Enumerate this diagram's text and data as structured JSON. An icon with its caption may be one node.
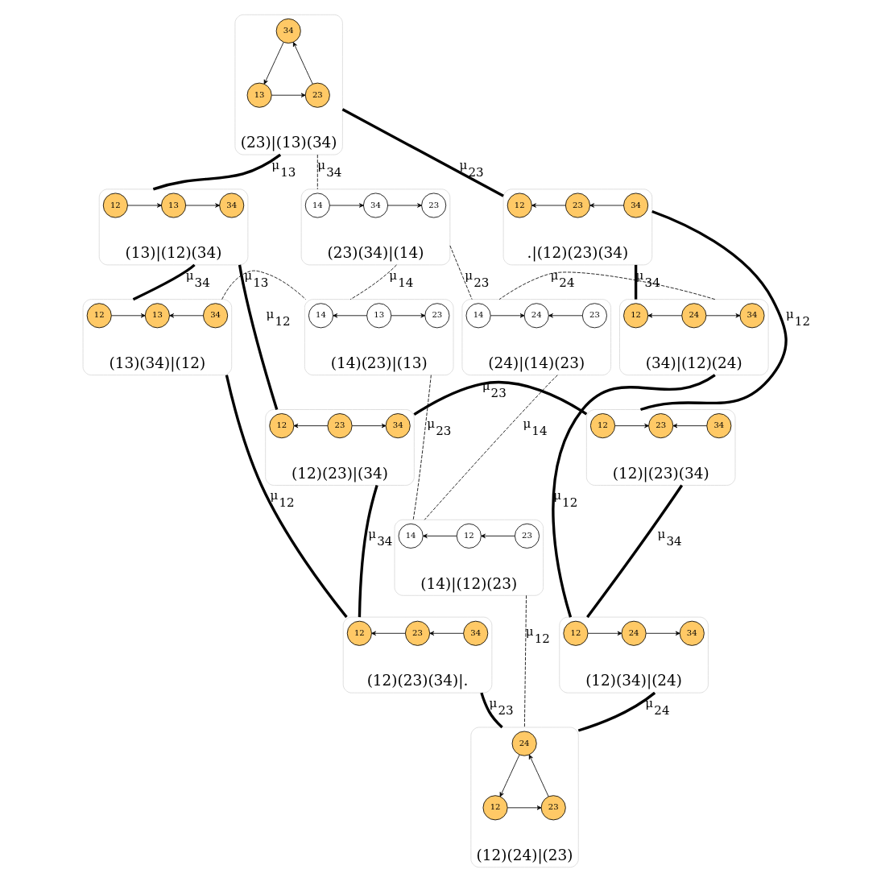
{
  "diagram": {
    "nodes": [
      {
        "text": [
          "(23)|(13)(34)"
        ]
      },
      {
        "text": [
          "34"
        ],
        "in": 0
      },
      {
        "text": [
          "13"
        ],
        "in": 0
      },
      {
        "text": [
          "23"
        ],
        "in": 0
      },
      {
        "text": [
          "(23)(34)|(14)"
        ]
      },
      {
        "text": [
          "14"
        ],
        "in": 4
      },
      {
        "text": [
          "34"
        ],
        "in": 4
      },
      {
        "text": [
          "23"
        ],
        "in": 4
      },
      {
        "text": [
          "(13)|(12)(34)"
        ]
      },
      {
        "text": [
          "12"
        ],
        "in": 8
      },
      {
        "text": [
          "13"
        ],
        "in": 8
      },
      {
        "text": [
          "34"
        ],
        "in": 8
      },
      {
        "text": [
          ".|(12)(23)(34)"
        ]
      },
      {
        "text": [
          "12"
        ],
        "in": 12
      },
      {
        "text": [
          "23"
        ],
        "in": 12
      },
      {
        "text": [
          "34"
        ],
        "in": 12
      },
      {
        "text": [
          "(13)(34)|(12)"
        ]
      },
      {
        "text": [
          "12"
        ],
        "in": 16
      },
      {
        "text": [
          "13"
        ],
        "in": 16
      },
      {
        "text": [
          "34"
        ],
        "in": 16
      },
      {
        "text": [
          "(14)(23)|(13)"
        ]
      },
      {
        "text": [
          "14"
        ],
        "in": 20
      },
      {
        "text": [
          "13"
        ],
        "in": 20
      },
      {
        "text": [
          "23"
        ],
        "in": 20
      },
      {
        "text": [
          "(24)|(14)(23)"
        ]
      },
      {
        "text": [
          "14"
        ],
        "in": 24
      },
      {
        "text": [
          "24"
        ],
        "in": 24
      },
      {
        "text": [
          "23"
        ],
        "in": 24
      },
      {
        "text": [
          "(34)|(12)(24)"
        ]
      },
      {
        "text": [
          "12"
        ],
        "in": 28
      },
      {
        "text": [
          "24"
        ],
        "in": 28
      },
      {
        "text": [
          "34"
        ],
        "in": 28
      },
      {
        "text": [
          "(12)(23)|(34)"
        ]
      },
      {
        "text": [
          "12"
        ],
        "in": 32
      },
      {
        "text": [
          "23"
        ],
        "in": 32
      },
      {
        "text": [
          "34"
        ],
        "in": 32
      },
      {
        "text": [
          "(12)|(23)(34)"
        ]
      },
      {
        "text": [
          "12"
        ],
        "in": 36
      },
      {
        "text": [
          "23"
        ],
        "in": 36
      },
      {
        "text": [
          "34"
        ],
        "in": 36
      },
      {
        "text": [
          "(14)|(12)(23)"
        ]
      },
      {
        "text": [
          "14"
        ],
        "in": 40
      },
      {
        "text": [
          "12"
        ],
        "in": 40
      },
      {
        "text": [
          "23"
        ],
        "in": 40
      },
      {
        "text": [
          "(12)(23)(34)|."
        ]
      },
      {
        "text": [
          "12"
        ],
        "in": 44
      },
      {
        "text": [
          "23"
        ],
        "in": 44
      },
      {
        "text": [
          "34"
        ],
        "in": 44
      },
      {
        "text": [
          "(12)(34)|(24)"
        ]
      },
      {
        "text": [
          "12"
        ],
        "in": 48
      },
      {
        "text": [
          "24"
        ],
        "in": 48
      },
      {
        "text": [
          "34"
        ],
        "in": 48
      },
      {
        "text": [
          "(12)(24)|(23)"
        ]
      },
      {
        "text": [
          "24"
        ],
        "in": 52
      },
      {
        "text": [
          "12"
        ],
        "in": 52
      },
      {
        "text": [
          "23"
        ],
        "in": 52
      }
    ],
    "edges": [
      {
        "from": 1,
        "to": 2,
        "arrow": "to"
      },
      {
        "from": 2,
        "to": 3,
        "arrow": "to"
      },
      {
        "from": 3,
        "to": 1,
        "arrow": "to"
      },
      {
        "from": 5,
        "to": 6,
        "arrow": "to"
      },
      {
        "from": 6,
        "to": 7,
        "arrow": "to"
      },
      {
        "from": 9,
        "to": 10,
        "arrow": "to"
      },
      {
        "from": 10,
        "to": 11,
        "arrow": "to"
      },
      {
        "from": 14,
        "to": 13,
        "arrow": "to"
      },
      {
        "from": 15,
        "to": 14,
        "arrow": "to"
      },
      {
        "from": 17,
        "to": 18,
        "arrow": "to"
      },
      {
        "from": 19,
        "to": 18,
        "arrow": "to"
      },
      {
        "from": 22,
        "to": 21,
        "arrow": "to"
      },
      {
        "from": 22,
        "to": 23,
        "arrow": "to"
      },
      {
        "from": 25,
        "to": 26,
        "arrow": "to"
      },
      {
        "from": 27,
        "to": 26,
        "arrow": "to"
      },
      {
        "from": 30,
        "to": 29,
        "arrow": "to"
      },
      {
        "from": 30,
        "to": 31,
        "arrow": "to"
      },
      {
        "from": 34,
        "to": 33,
        "arrow": "to"
      },
      {
        "from": 34,
        "to": 35,
        "arrow": "to"
      },
      {
        "from": 37,
        "to": 38,
        "arrow": "to"
      },
      {
        "from": 39,
        "to": 38,
        "arrow": "to"
      },
      {
        "from": 42,
        "to": 41,
        "arrow": "to"
      },
      {
        "from": 43,
        "to": 42,
        "arrow": "to"
      },
      {
        "from": 46,
        "to": 45,
        "arrow": "to"
      },
      {
        "from": 47,
        "to": 46,
        "arrow": "to"
      },
      {
        "from": 49,
        "to": 50,
        "arrow": "to"
      },
      {
        "from": 50,
        "to": 51,
        "arrow": "to"
      },
      {
        "from": 53,
        "to": 54,
        "arrow": "to"
      },
      {
        "from": 54,
        "to": 55,
        "arrow": "to"
      },
      {
        "from": 55,
        "to": 53,
        "arrow": "to"
      },
      {
        "from": 0,
        "to": 8,
        "arrow": "none",
        "style": "thick",
        "label": "μ$_{13}$"
      },
      {
        "from": 0,
        "to": 4,
        "arrow": "none",
        "style": "dashed",
        "label": "μ$_{34}$"
      },
      {
        "from": 0,
        "to": 12,
        "arrow": "none",
        "style": "thick",
        "label": "μ$_{23}$"
      },
      {
        "from": 8,
        "to": 16,
        "arrow": "none",
        "style": "thick",
        "label": "μ$_{34}$"
      },
      {
        "from": 8,
        "to": 32,
        "arrow": "none",
        "style": "thick",
        "label": "μ$_{12}$"
      },
      {
        "from": 4,
        "to": 20,
        "arrow": "none",
        "style": "dashed",
        "label": "μ$_{14}$"
      },
      {
        "from": 4,
        "to": 24,
        "arrow": "none",
        "style": "dashed",
        "label": "μ$_{23}$"
      },
      {
        "from": 12,
        "to": 36,
        "arrow": "none",
        "style": "thick",
        "label": "μ$_{12}$"
      },
      {
        "from": 12,
        "to": 28,
        "arrow": "none",
        "style": "thick",
        "label": "μ$_{34}$"
      },
      {
        "from": 16,
        "to": 20,
        "arrow": "none",
        "style": "dashed",
        "label": "μ$_{13}$"
      },
      {
        "from": 28,
        "to": 24,
        "arrow": "none",
        "style": "dashed",
        "label": "μ$_{24}$"
      },
      {
        "from": 20,
        "to": 40,
        "arrow": "none",
        "style": "dashed",
        "label": "μ$_{23}$"
      },
      {
        "from": 24,
        "to": 40,
        "arrow": "none",
        "style": "dashed",
        "label": "μ$_{14}$"
      },
      {
        "from": 32,
        "to": 36,
        "arrow": "none",
        "style": "thick",
        "label": "μ$_{23}$"
      },
      {
        "from": 16,
        "to": 44,
        "arrow": "none",
        "style": "thick",
        "label": "μ$_{12}$"
      },
      {
        "from": 32,
        "to": 44,
        "arrow": "none",
        "style": "thick",
        "label": "μ$_{34}$"
      },
      {
        "from": 36,
        "to": 48,
        "arrow": "none",
        "style": "thick",
        "label": "μ$_{34}$"
      },
      {
        "from": 28,
        "to": 48,
        "arrow": "none",
        "style": "thick",
        "label": "μ$_{12}$"
      },
      {
        "from": 40,
        "to": 52,
        "arrow": "none",
        "style": "dashed",
        "label": "μ$_{12}$"
      },
      {
        "from": 44,
        "to": 52,
        "arrow": "none",
        "style": "thick",
        "label": "μ$_{23}$"
      },
      {
        "from": 48,
        "to": 52,
        "arrow": "none",
        "style": "thick",
        "label": "μ$_{24}$"
      }
    ]
  }
}
